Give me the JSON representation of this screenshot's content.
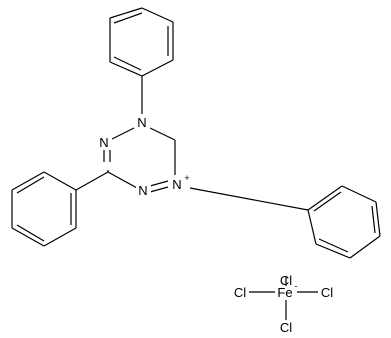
{
  "molecule": {
    "ring_atoms": {
      "n1": "N",
      "n2": "N",
      "n3": "N",
      "n4": "N",
      "n4_charge": "+"
    },
    "counter_ion": {
      "metal": "Fe",
      "metal_charge": "-",
      "ligands": [
        "Cl",
        "Cl",
        "Cl",
        "Cl"
      ]
    }
  }
}
